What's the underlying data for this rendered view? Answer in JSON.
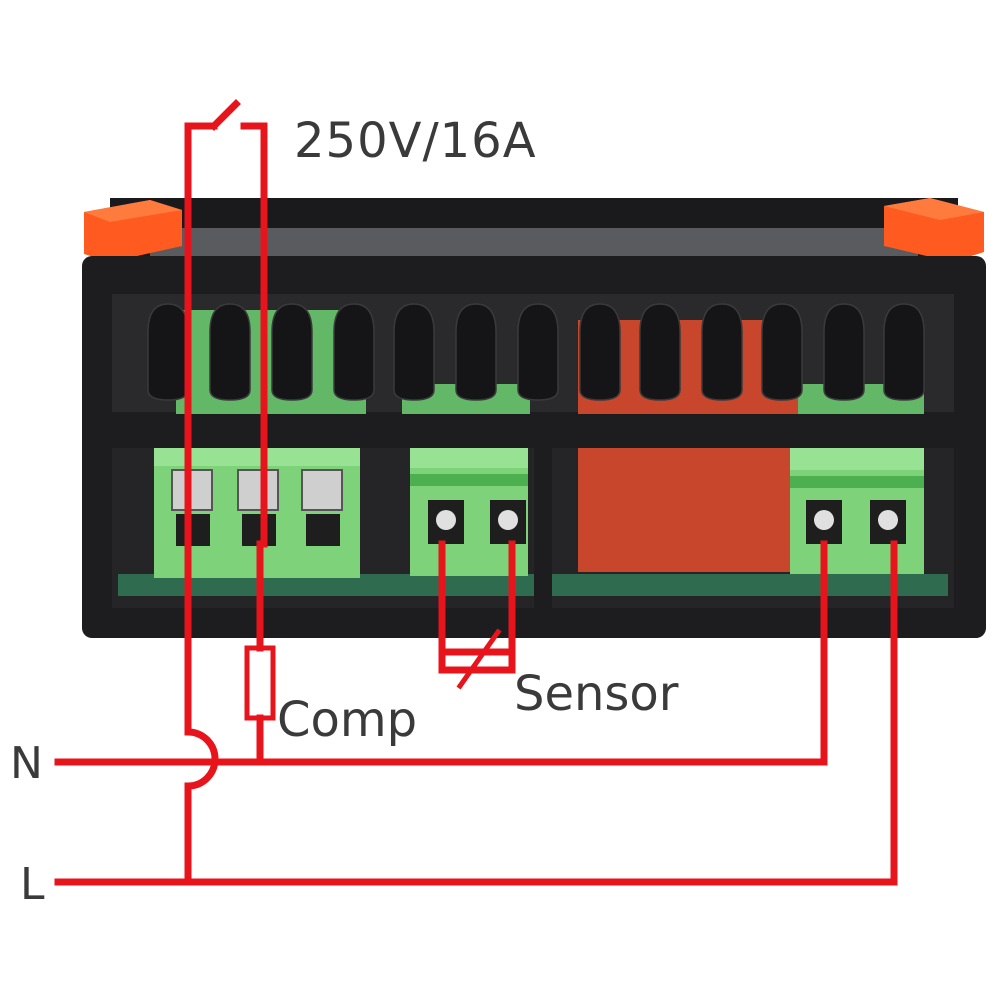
{
  "labels": {
    "rating": "250V/16A",
    "sensor": "Sensor",
    "comp": "Comp",
    "neutral": "N",
    "line": "L"
  },
  "colors": {
    "wire": "#e8141c",
    "housing": "#1d1d1f",
    "terminal": "#7ed27a",
    "terminal_dark": "#4caf50",
    "clip": "#ff5a1f",
    "relay": "#c8462c",
    "pcb": "#2f6b4f"
  },
  "device": {
    "terminal_groups": [
      {
        "name": "relay-output",
        "count": 3
      },
      {
        "name": "sensor-input",
        "count": 2
      },
      {
        "name": "power-input",
        "count": 2
      }
    ]
  }
}
